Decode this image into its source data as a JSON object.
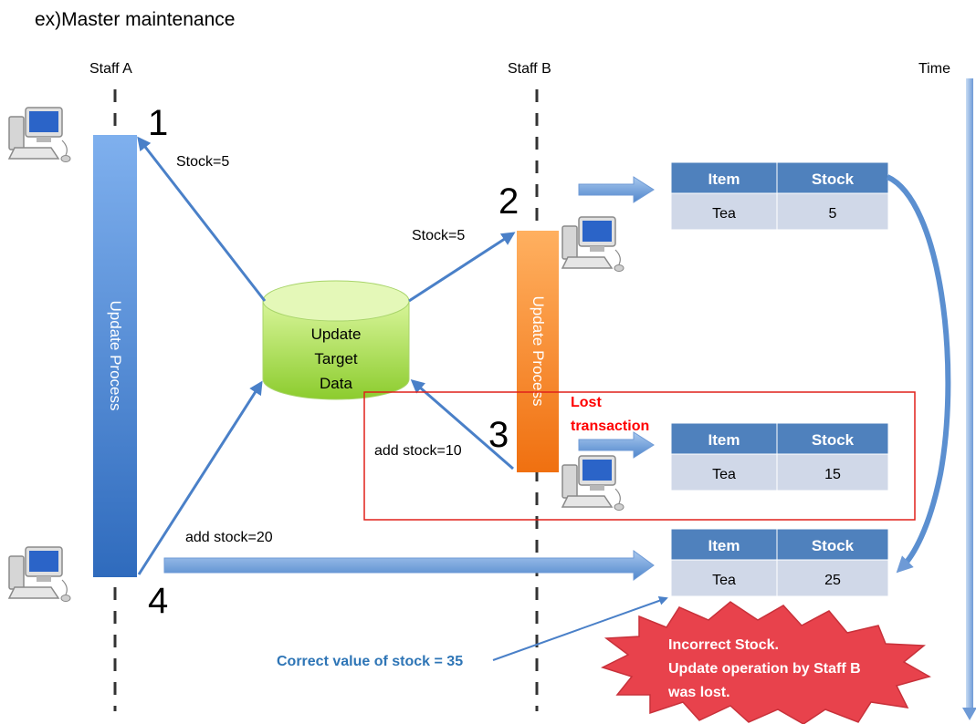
{
  "title": "ex)Master maintenance",
  "lanes": {
    "staff_a": "Staff A",
    "staff_b": "Staff B",
    "time": "Time"
  },
  "steps": {
    "s1": "1",
    "s2": "2",
    "s3": "3",
    "s4": "4"
  },
  "arrow_labels": {
    "read_a": "Stock=5",
    "read_b": "Stock=5",
    "write_b": "add stock=10",
    "write_a": "add stock=20"
  },
  "process_a": "Update Process",
  "process_b": "Update Process",
  "database": {
    "line1": "Update",
    "line2": "Target",
    "line3": "Data"
  },
  "lost": {
    "line1": "Lost",
    "line2": "transaction"
  },
  "correct_value": "Correct value of stock = 35",
  "error_burst": {
    "line1": "Incorrect Stock.",
    "line2": "Update operation by Staff B",
    "line3": "was lost."
  },
  "tables": [
    {
      "header": [
        "Item",
        "Stock"
      ],
      "row": [
        "Tea",
        "5"
      ]
    },
    {
      "header": [
        "Item",
        "Stock"
      ],
      "row": [
        "Tea",
        "15"
      ]
    },
    {
      "header": [
        "Item",
        "Stock"
      ],
      "row": [
        "Tea",
        "25"
      ]
    }
  ],
  "colors": {
    "process_a": "#3d78c6",
    "process_b": "#f58220",
    "database": "#9ed845",
    "table_header": "#4f81bd",
    "table_row": "#d0d8e8",
    "lost_box": "#e0201a",
    "burst": "#e8424c",
    "arrow": "#5b8fd0",
    "correct_text": "#2e75b6"
  }
}
